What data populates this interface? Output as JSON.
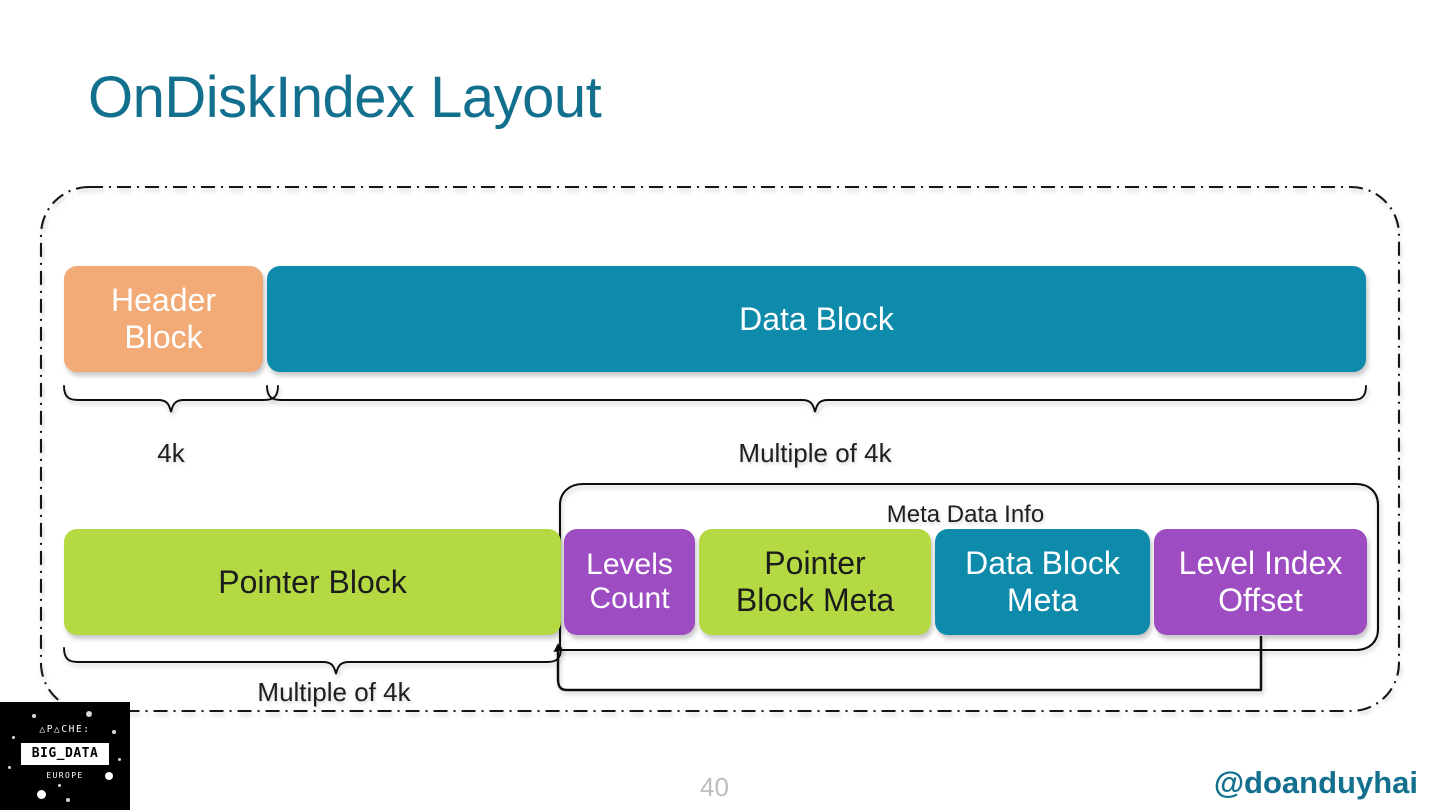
{
  "slide": {
    "title": "OnDiskIndex Layout",
    "page_number": "40",
    "handle": "@doanduyhai",
    "background_color": "#ffffff",
    "accent_color": "#12708E"
  },
  "logo": {
    "line1": "△P△CHE:",
    "line2": "BIG_DATA",
    "line3": "EUROPE"
  },
  "diagram": {
    "outer_container_label": "",
    "rows": [
      {
        "name": "disk-layout-row",
        "blocks": [
          {
            "label": "Header\nBlock",
            "color": "#F2AA76",
            "text_color": "#ffffff"
          },
          {
            "label": "Data Block",
            "color": "#0E8AAB",
            "text_color": "#ffffff"
          }
        ]
      },
      {
        "name": "pointer-meta-row",
        "blocks": [
          {
            "label": "Pointer Block",
            "color": "#B4D943",
            "text_color": "#1c1c1c"
          },
          {
            "label": "Levels\nCount",
            "color": "#9E4CC2",
            "text_color": "#ffffff"
          },
          {
            "label": "Pointer\nBlock Meta",
            "color": "#B4D943",
            "text_color": "#1c1c1c"
          },
          {
            "label": "Data Block\nMeta",
            "color": "#0E8AAB",
            "text_color": "#ffffff"
          },
          {
            "label": "Level Index\nOffset",
            "color": "#9E4CC2",
            "text_color": "#ffffff"
          }
        ]
      }
    ],
    "size_annotations": [
      {
        "name": "header-block-size",
        "label": "4k"
      },
      {
        "name": "data-block-size",
        "label": "Multiple of 4k"
      },
      {
        "name": "pointer-block-size",
        "label": "Multiple of 4k"
      }
    ],
    "group_labels": [
      {
        "name": "meta-data-info",
        "label": "Meta Data Info"
      }
    ]
  }
}
